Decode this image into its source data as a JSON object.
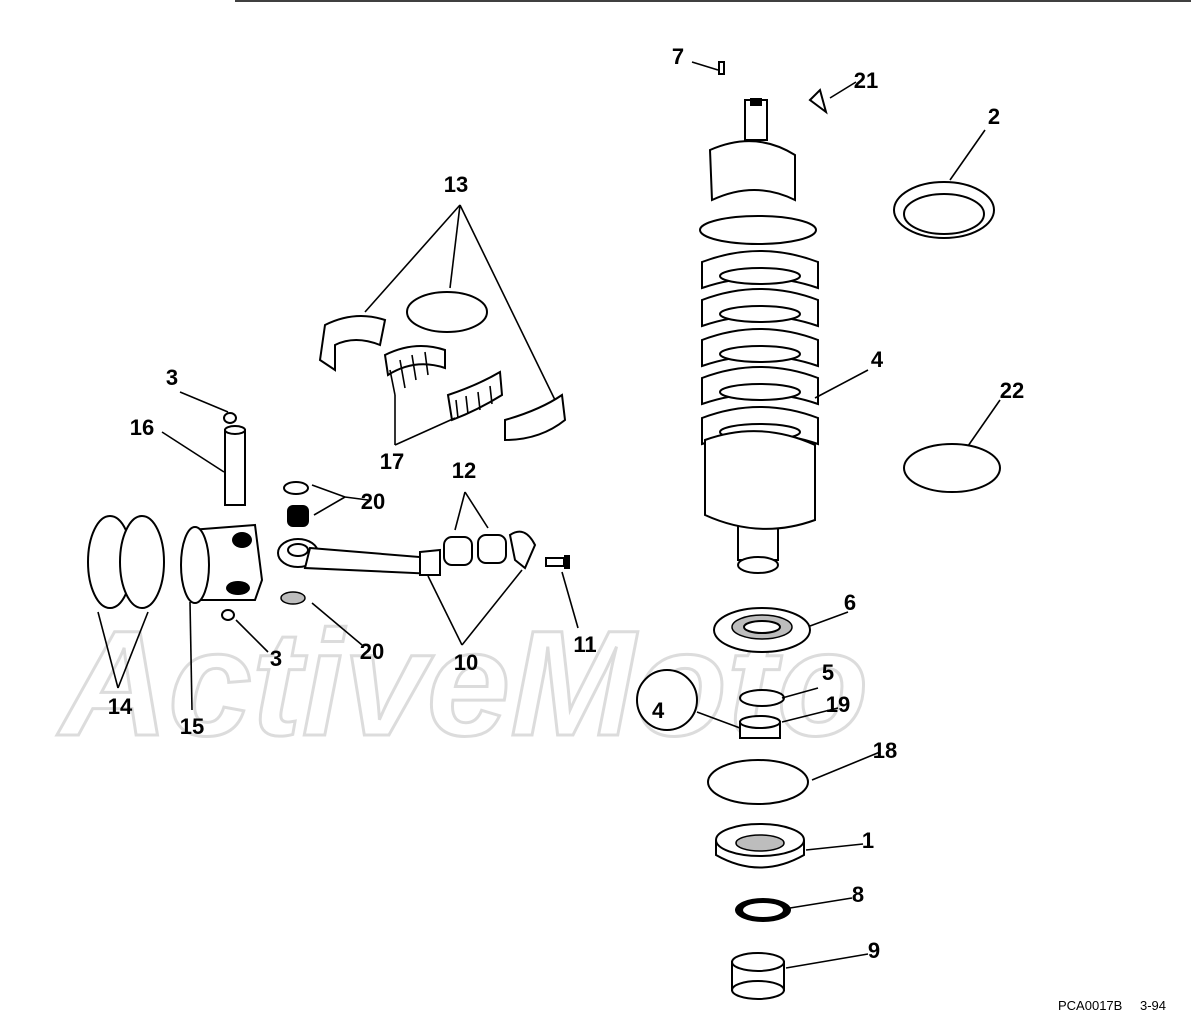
{
  "diagram": {
    "watermark_text": "ActiveMoto",
    "footer": {
      "code": "PCA0017B",
      "date": "3-94"
    },
    "parts": [
      {
        "id": "p1",
        "label": "1"
      },
      {
        "id": "p2",
        "label": "2"
      },
      {
        "id": "p3a",
        "label": "3"
      },
      {
        "id": "p3b",
        "label": "3"
      },
      {
        "id": "p4",
        "label": "4"
      },
      {
        "id": "p5",
        "label": "5"
      },
      {
        "id": "p6",
        "label": "6"
      },
      {
        "id": "p7",
        "label": "7"
      },
      {
        "id": "p8",
        "label": "8"
      },
      {
        "id": "p9",
        "label": "9"
      },
      {
        "id": "p10",
        "label": "10"
      },
      {
        "id": "p11",
        "label": "11"
      },
      {
        "id": "p12",
        "label": "12"
      },
      {
        "id": "p13",
        "label": "13"
      },
      {
        "id": "p14",
        "label": "14"
      },
      {
        "id": "p15",
        "label": "15"
      },
      {
        "id": "p16",
        "label": "16"
      },
      {
        "id": "p17",
        "label": "17"
      },
      {
        "id": "p18",
        "label": "18"
      },
      {
        "id": "p19",
        "label": "19"
      },
      {
        "id": "p20a",
        "label": "20"
      },
      {
        "id": "p20b",
        "label": "20"
      },
      {
        "id": "p21",
        "label": "21"
      },
      {
        "id": "p22",
        "label": "22"
      }
    ]
  }
}
